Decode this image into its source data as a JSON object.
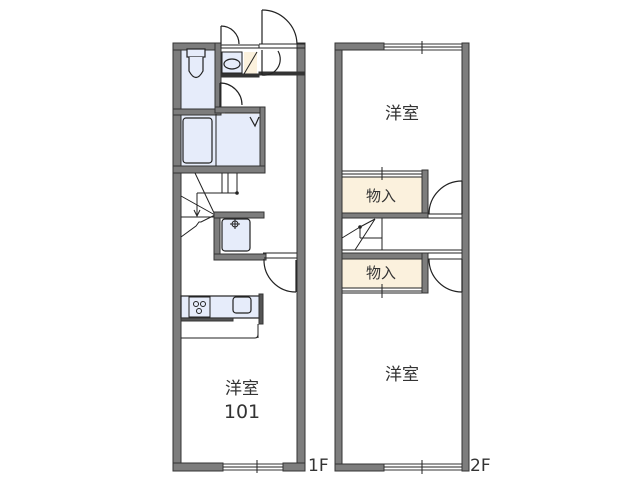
{
  "floor_plan": {
    "floor1": {
      "floor_label": "1F",
      "main_room": {
        "type": "洋室",
        "unit_number": "101"
      },
      "rooms": [
        "toilet",
        "washbasin",
        "bathroom",
        "stairs",
        "sink-room",
        "kitchen",
        "洋室"
      ]
    },
    "floor2": {
      "floor_label": "2F",
      "rooms": [
        {
          "type": "洋室",
          "position": "upper"
        },
        {
          "type": "物入",
          "position": "upper-closet"
        },
        {
          "type": "物入",
          "position": "lower-closet"
        },
        {
          "type": "洋室",
          "position": "lower"
        }
      ]
    },
    "colors": {
      "wall": "#7d7d7d",
      "fixture": "#e6ecfa",
      "closet": "#fbf1dd",
      "background": "#ffffff"
    }
  }
}
